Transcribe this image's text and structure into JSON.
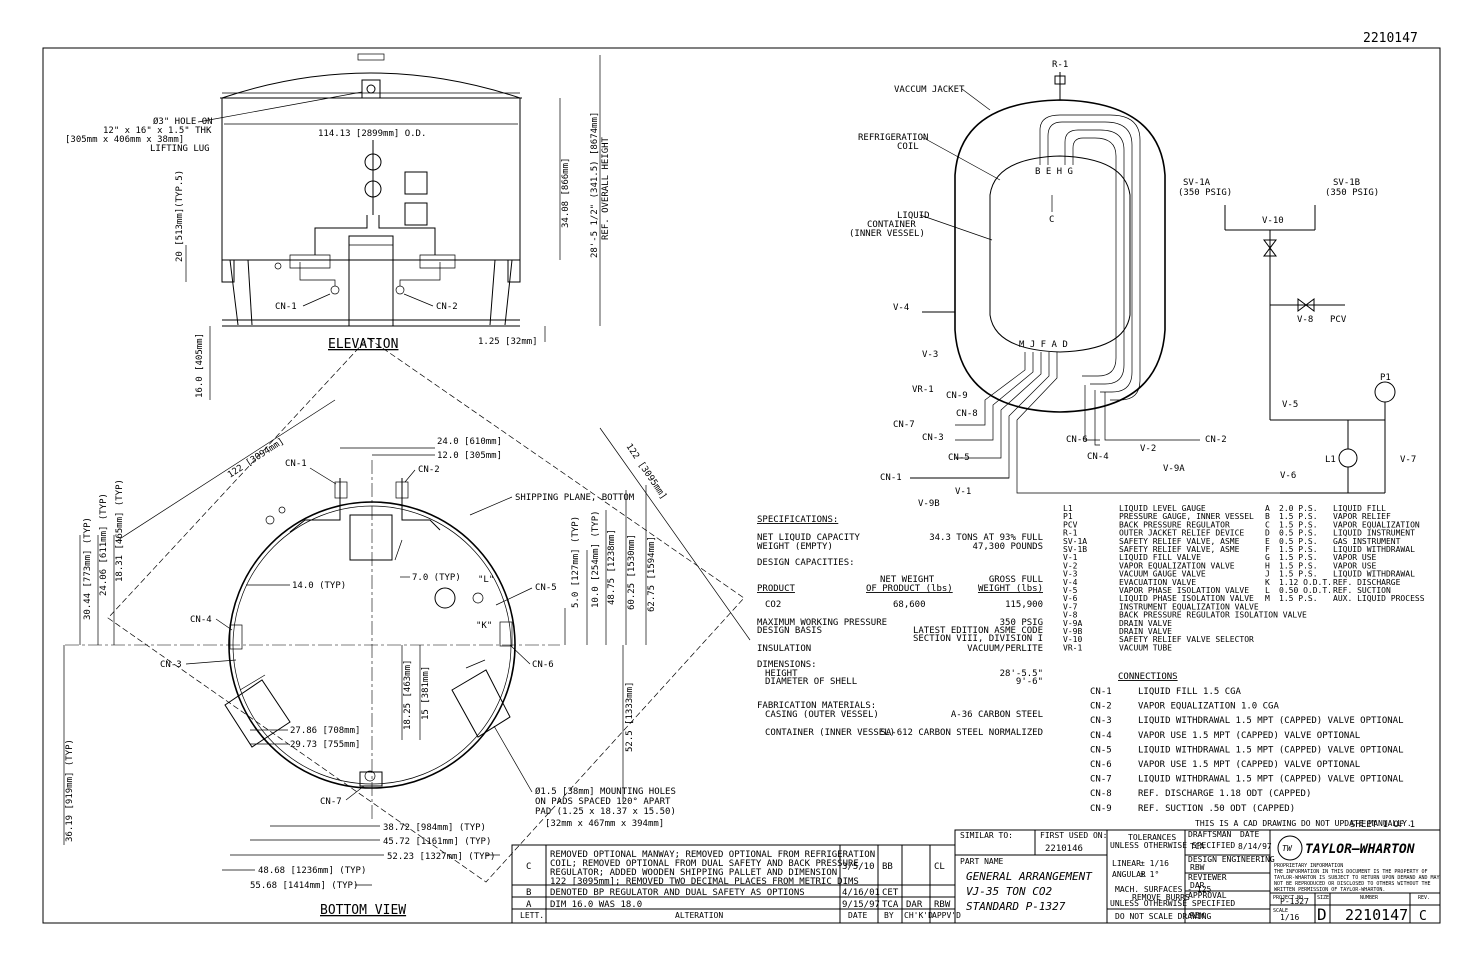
{
  "drawing_number": "2210147",
  "elevation": {
    "title": "ELEVATION",
    "lug_note": [
      "Ø3\" HOLE ON",
      "12\" x 16\" x 1.5\" THK",
      "[305mm x 406mm x 38mm]",
      "LIFTING LUG"
    ],
    "dim_od": "114.13 [2899mm] O.D.",
    "dim_34": "34.08 [866mm]",
    "dim_overall": "28'-5 1/2\" (341.5) [8674mm]",
    "dim_overall_ref": "REF. OVERALL HEIGHT",
    "dim_20": "20 [513mm](TYP.5)",
    "dim_16": "16.0 [405mm]",
    "dim_125": "1.25 [32mm]",
    "cn1": "CN-1",
    "cn2": "CN-2"
  },
  "bottom": {
    "title": "BOTTOM VIEW",
    "dim_122a": "122 [3094mm]",
    "dim_122b": "122 [3095mm]",
    "dim_24": "24.0 [610mm]",
    "dim_12": "12.0 [305mm]",
    "shipping": "SHIPPING PLANE, BOTTOM",
    "dim_14": "14.0 (TYP)",
    "dim_7": "7.0 (TYP)",
    "dim_5": "5.0 [127mm] (TYP)",
    "dim_10": "10.0 [254mm] (TYP)",
    "dim_4875": "48.75 [1238mm]",
    "dim_6025": "60.25 [1530mm]",
    "dim_6275": "62.75 [1594mm]",
    "dim_3044": "30.44 [773mm] (TYP)",
    "dim_2406": "24.06 [611mm] (TYP)",
    "dim_1831": "18.31 [465mm] (TYP)",
    "dim_3619": "36.19 [919mm] (TYP)",
    "dim_1825": "18.25 [463mm]",
    "dim_15": "15 [381mm]",
    "dim_525": "52.5 [1333mm]",
    "dim_2786": "27.86 [708mm]",
    "dim_2973": "29.73 [755mm]",
    "dim_3872": "38.72 [984mm] (TYP)",
    "dim_4572": "45.72 [1161mm] (TYP)",
    "dim_5223": "52.23 [1327mm] (TYP)",
    "dim_4868": "48.68 [1236mm] (TYP)",
    "dim_5568": "55.68 [1414mm] (TYP)",
    "label_l": "\"L\"",
    "label_k": "\"K\"",
    "mount_note": [
      "Ø1.5 [38mm] MOUNTING HOLES",
      "ON PADS SPACED 120° APART",
      "PAD (1.25 x 18.37 x 15.50)",
      "[32mm x 467mm x 394mm]"
    ],
    "cn1": "CN-1",
    "cn2": "CN-2",
    "cn3": "CN-3",
    "cn4": "CN-4",
    "cn5": "CN-5",
    "cn6": "CN-6",
    "cn7": "CN-7"
  },
  "schematic": {
    "r1": "R-1",
    "vacuum_jacket": "VACCUM JACKET",
    "refrig_coil": [
      "REFRIGERATION",
      "COIL"
    ],
    "liquid_container": [
      "LIQUID",
      "CONTAINER",
      "(INNER VESSEL)"
    ],
    "top_letters": "B E  H G",
    "c": "C",
    "bottom_letters": "M J F A D",
    "sv1a": "SV-1A",
    "sv1a_p": "(350 PSIG)",
    "sv1b": "SV-1B",
    "sv1b_p": "(350 PSIG)",
    "v10": "V-10",
    "v8": "V-8",
    "pcv": "PCV",
    "v4": "V-4",
    "v3": "V-3",
    "vr1": "VR-1",
    "cn9": "CN-9",
    "cn8": "CN-8",
    "cn7": "CN-7",
    "cn3": "CN-3",
    "cn5": "CN-5",
    "cn1": "CN-1",
    "v1": "V-1",
    "v9b": "V-9B",
    "cn6": "CN-6",
    "cn4": "CN-4",
    "v2": "V-2",
    "v9a": "V-9A",
    "cn2": "CN-2",
    "p1": "P1",
    "l1": "L1",
    "v5": "V-5",
    "v6": "V-6",
    "v7": "V-7"
  },
  "specs": {
    "heading": "SPECIFICATIONS:",
    "cap_l": "NET LIQUID CAPACITY",
    "cap_v": "34.3 TONS AT 93% FULL",
    "wt_l": "WEIGHT (EMPTY)",
    "wt_v": "47,300 POUNDS",
    "design_cap": "DESIGN CAPACITIES:",
    "net_weight": "NET WEIGHT",
    "of_product": "OF PRODUCT (lbs)",
    "gross_full": "GROSS FULL",
    "weight_lbs": "WEIGHT (lbs)",
    "product": "PRODUCT",
    "co2": "CO2",
    "co2_net": "68,600",
    "co2_gross": "115,900",
    "mawp_l": "MAXIMUM WORKING PRESSURE",
    "mawp_v": "350 PSIG",
    "basis_l": "DESIGN BASIS",
    "basis_v": "LATEST EDITION ASME CODE",
    "basis_v2": "SECTION VIII, DIVISION I",
    "ins_l": "INSULATION",
    "ins_v": "VACUUM/PERLITE",
    "dims_l": "DIMENSIONS:",
    "height_l": "HEIGHT",
    "height_v": "28'-5.5\"",
    "diam_l": "DIAMETER OF SHELL",
    "diam_v": "9'-6\"",
    "fab_l": "FABRICATION MATERIALS:",
    "casing_l": "CASING (OUTER VESSEL)",
    "casing_v": "A-36 CARBON STEEL",
    "cont_l": "CONTAINER (INNER VESSEL)",
    "cont_v": "SA-612 CARBON STEEL NORMALIZED"
  },
  "legend": [
    [
      "L1",
      "LIQUID LEVEL GAUGE"
    ],
    [
      "P1",
      "PRESSURE GAUGE, INNER VESSEL"
    ],
    [
      "PCV",
      "BACK PRESSURE REGULATOR"
    ],
    [
      "R-1",
      "OUTER JACKET RELIEF DEVICE"
    ],
    [
      "SV-1A",
      "SAFETY RELIEF VALVE, ASME"
    ],
    [
      "SV-1B",
      "SAFETY RELIEF VALVE, ASME"
    ],
    [
      "V-1",
      "LIQUID FILL VALVE"
    ],
    [
      "V-2",
      "VAPOR EQUALIZATION VALVE"
    ],
    [
      "V-3",
      "VACUUM GAUGE VALVE"
    ],
    [
      "V-4",
      "EVACUATION VALVE"
    ],
    [
      "V-5",
      "VAPOR PHASE ISOLATION VALVE"
    ],
    [
      "V-6",
      "LIQUID PHASE ISOLATION VALVE"
    ],
    [
      "V-7",
      "INSTRUMENT EQUALIZATION VALVE"
    ],
    [
      "V-8",
      "BACK PRESSURE REGULATOR ISOLATION VALVE"
    ],
    [
      "V-9A",
      "DRAIN VALVE"
    ],
    [
      "V-9B",
      "DRAIN VALVE"
    ],
    [
      "V-10",
      "SAFETY RELIEF VALVE SELECTOR"
    ],
    [
      "VR-1",
      "VACUUM TUBE"
    ]
  ],
  "ports": [
    [
      "A",
      "2.0 P.S.",
      "LIQUID FILL"
    ],
    [
      "B",
      "1.5 P.S.",
      "VAPOR RELIEF"
    ],
    [
      "C",
      "1.5 P.S.",
      "VAPOR EQUALIZATION"
    ],
    [
      "D",
      "0.5 P.S.",
      "LIQUID INSTRUMENT"
    ],
    [
      "E",
      "0.5 P.S.",
      "GAS INSTRUMENT"
    ],
    [
      "F",
      "1.5 P.S.",
      "LIQUID WITHDRAWAL"
    ],
    [
      "G",
      "1.5 P.S.",
      "VAPOR USE"
    ],
    [
      "H",
      "1.5 P.S.",
      "VAPOR USE"
    ],
    [
      "J",
      "1.5 P.S.",
      "LIQUID WITHDRAWAL"
    ],
    [
      "K",
      "1.12 O.D.T.",
      "REF. DISCHARGE"
    ],
    [
      "L",
      "0.50 O.D.T.",
      "REF. SUCTION"
    ],
    [
      "M",
      "1.5 P.S.",
      "AUX. LIQUID PROCESS"
    ]
  ],
  "connections_heading": "CONNECTIONS",
  "connections": [
    [
      "CN-1",
      "LIQUID FILL 1.5 CGA"
    ],
    [
      "CN-2",
      "VAPOR EQUALIZATION 1.0 CGA"
    ],
    [
      "CN-3",
      "LIQUID WITHDRAWAL 1.5 MPT (CAPPED) VALVE OPTIONAL"
    ],
    [
      "CN-4",
      "VAPOR USE 1.5 MPT (CAPPED) VALVE OPTIONAL"
    ],
    [
      "CN-5",
      "LIQUID WITHDRAWAL 1.5 MPT (CAPPED) VALVE OPTIONAL"
    ],
    [
      "CN-6",
      "VAPOR USE 1.5 MPT (CAPPED) VALVE OPTIONAL"
    ],
    [
      "CN-7",
      "LIQUID WITHDRAWAL 1.5 MPT (CAPPED) VALVE OPTIONAL"
    ],
    [
      "CN-8",
      "REF. DISCHARGE 1.18 ODT (CAPPED)"
    ],
    [
      "CN-9",
      "REF. SUCTION .50 ODT (CAPPED)"
    ]
  ],
  "revisions": [
    {
      "letter": "C",
      "lines": [
        "REMOVED OPTIONAL MANWAY; REMOVED OPTIONAL FROM REFRIGERATION",
        "COIL; REMOVED OPTIONAL FROM DUAL SAFETY AND BACK PRESSURE",
        "REGULATOR; ADDED WOODEN SHIPPING PALLET AND DIMENSION",
        "122 [3095mm]; REMOVED TWO DECIMAL PLACES FROM METRIC DIMS"
      ],
      "date": "3/5/10",
      "by": "BB",
      "chkd": "",
      "appvd": "CL"
    },
    {
      "letter": "B",
      "lines": [
        "DENOTED BP REGULATOR AND DUAL SAFETY AS OPTIONS"
      ],
      "date": "4/16/01",
      "by": "CET",
      "chkd": "",
      "appvd": ""
    },
    {
      "letter": "A",
      "lines": [
        "DIM 16.0 WAS 18.0"
      ],
      "date": "9/15/97",
      "by": "TCA",
      "chkd": "DAR",
      "appvd": "RBW"
    }
  ],
  "rev_header": {
    "lett": "LETT.",
    "alteration": "ALTERATION",
    "date": "DATE",
    "by": "BY",
    "chkd": "CH'K'D",
    "appvd": "APPV'D"
  },
  "title_block": {
    "cad_note": "THIS IS A CAD DRAWING DO NOT UPDATE MANUALLY.",
    "sheet": "SHEET 1 OF 1",
    "similar_to": "SIMILAR TO:",
    "first_used": "FIRST USED ON:",
    "first_used_v": "2210146",
    "part_name": "PART NAME",
    "title1": "GENERAL ARRANGEMENT",
    "title2": "VJ-35 TON CO2",
    "title3": "STANDARD P-1327",
    "tolerances": "TOLERANCES",
    "unless": "UNLESS OTHERWISE SPECIFIED",
    "linear": "LINEAR",
    "linear_v": "± 1/16",
    "angular": "ANGULAR",
    "angular_v": "± 1°",
    "mach": "MACH. SURFACES - 125",
    "remove_burrs": "REMOVE BURRS",
    "do_not_scale": "DO NOT SCALE DRAWING",
    "draftsman": "DRAFTSMAN",
    "draftsman_v": "TCA",
    "date_l": "DATE",
    "date_v": "8/14/97",
    "design_eng": "DESIGN ENGINEERING",
    "design_eng_v": "RBW",
    "reviewer": "REVIEWER",
    "reviewer_v": "DAR",
    "approval": "APPROVAL",
    "approval_v": "RBW",
    "company": "TAYLOR–WHARTON",
    "prop": [
      "PROPRIETARY INFORMATION",
      "THE INFORMATION IN THIS DOCUMENT IS THE PROPERTY OF",
      "TAYLOR-WHARTON IS SUBJECT TO RETURN UPON DEMAND AND MAY",
      "NOT BE REPRODUCED OR DISCLOSED TO OTHERS WITHOUT THE",
      "WRITTEN PERMISSION OF TAYLOR-WHARTON."
    ],
    "project_no": "PROJECT NO.",
    "project_v": "P-1327",
    "size_l": "SIZE",
    "size_v": "D",
    "number_l": "NUMBER",
    "number_v": "2210147",
    "rev_l": "REV.",
    "rev_v": "C",
    "scale_l": "SCALE",
    "scale_v": "1/16"
  }
}
